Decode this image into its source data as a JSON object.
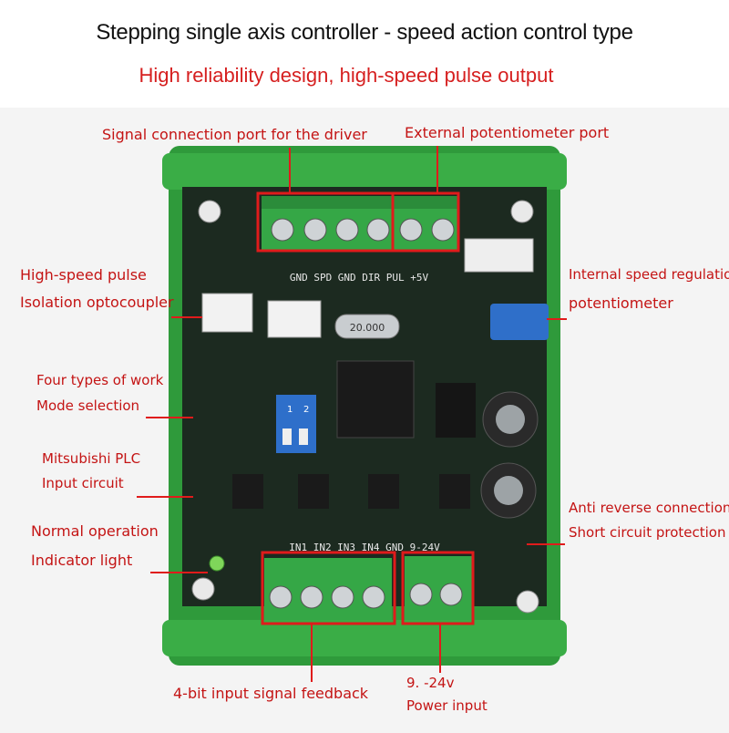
{
  "header": {
    "title": "Stepping single axis controller - speed action control type",
    "subtitle": "High reliability design, high-speed pulse output"
  },
  "board": {
    "crystal": "20.000",
    "pin_row_top": "GND SPD GND DIR PUL +5V",
    "pin_row_bottom": "IN1  IN2  IN3  IN4  GND 9-24V",
    "dip_labels": [
      "1",
      "2"
    ]
  },
  "annotations": {
    "signal_port": "Signal connection port for the driver",
    "ext_pot_port": "External potentiometer port",
    "optocoupler_1": "High-speed pulse",
    "optocoupler_2": "Isolation optocoupler",
    "internal_pot_1": "Internal speed regulation",
    "internal_pot_2": "potentiometer",
    "mode_1": "Four types of work",
    "mode_2": "Mode selection",
    "plc_1": "Mitsubishi PLC",
    "plc_2": "Input circuit",
    "indicator_1": "Normal operation",
    "indicator_2": "Indicator light",
    "anti_reverse_1": "Anti reverse connection",
    "anti_reverse_2": "Short circuit protection",
    "input_feedback": "4-bit input signal feedback",
    "power_1": "9. -24v",
    "power_2": "Power input"
  }
}
